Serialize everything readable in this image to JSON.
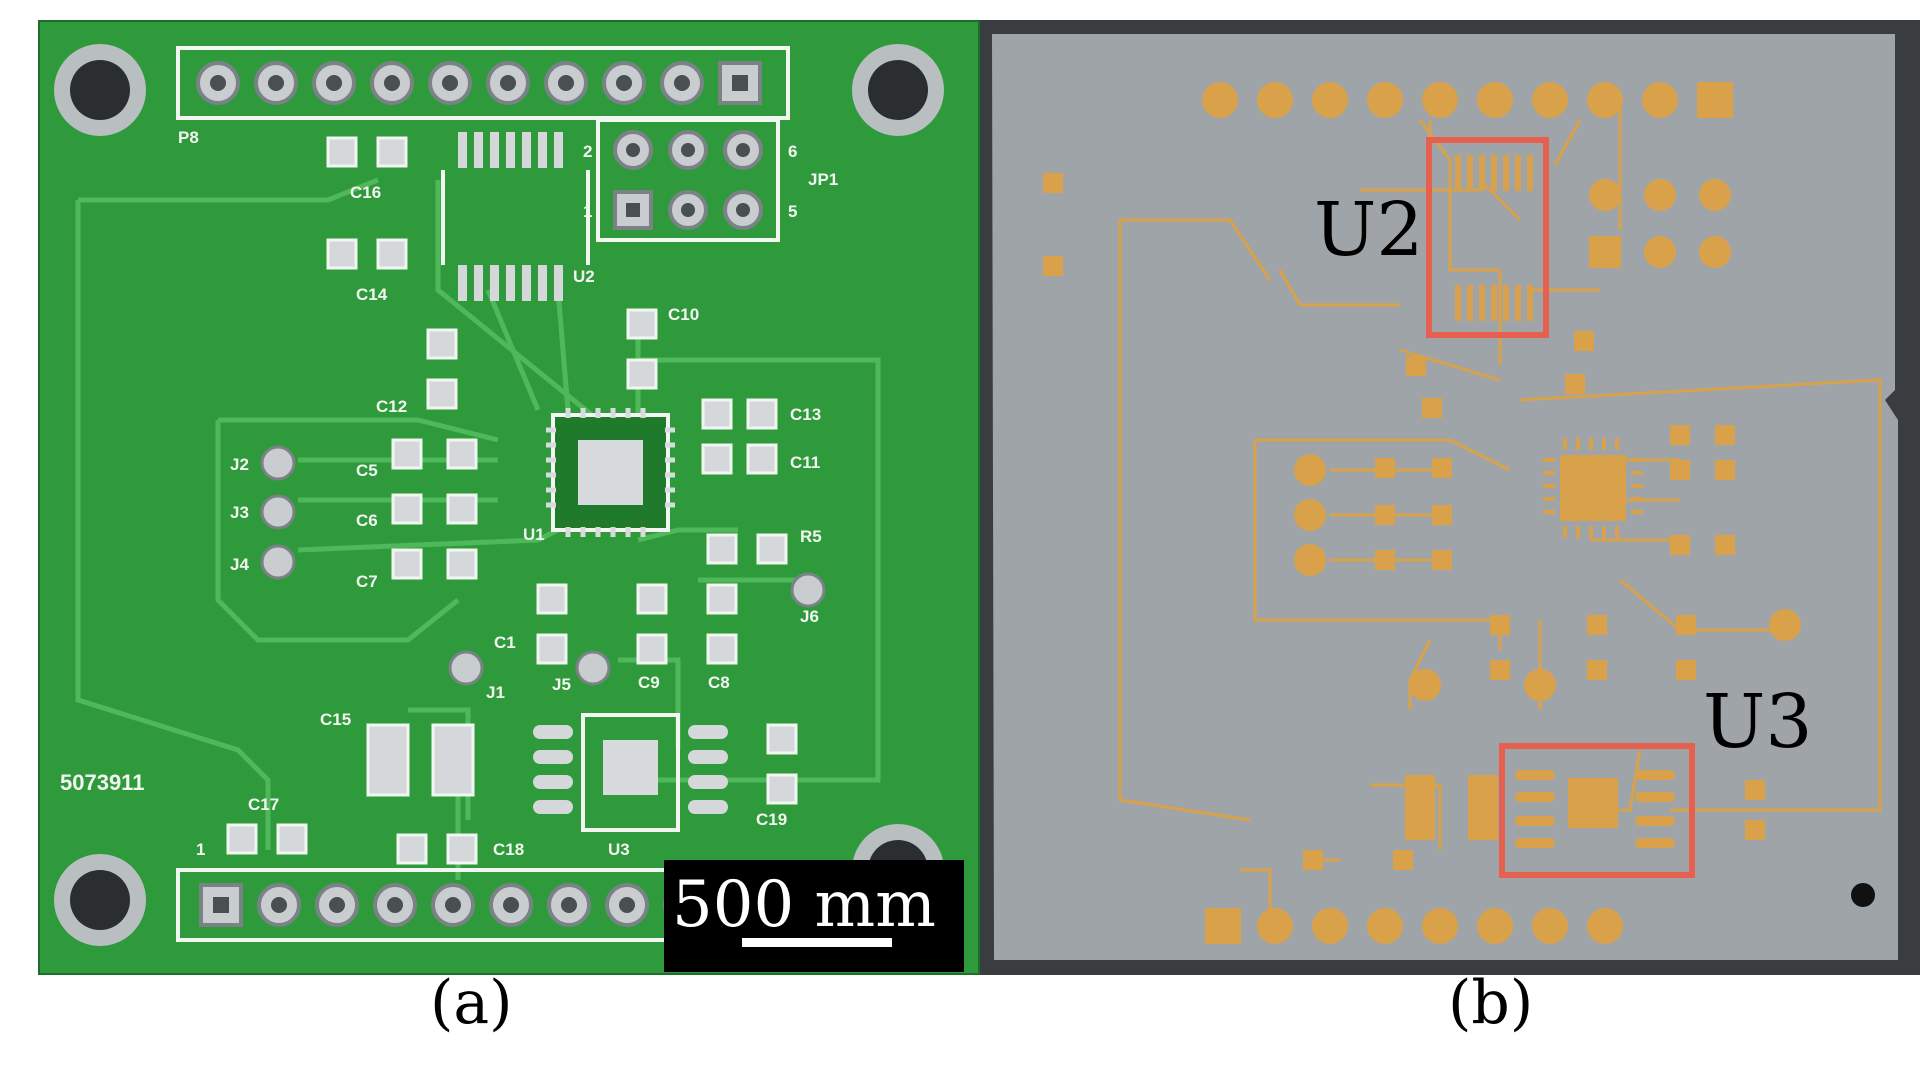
{
  "panel_a": {
    "caption": "(a)",
    "scale_bar": "500 mm",
    "serial": "5073911",
    "silk_labels": [
      {
        "id": "p8",
        "text": "P8"
      },
      {
        "id": "jp1",
        "text": "JP1"
      },
      {
        "id": "c16",
        "text": "C16"
      },
      {
        "id": "c14",
        "text": "C14"
      },
      {
        "id": "u2",
        "text": "U2"
      },
      {
        "id": "c10",
        "text": "C10"
      },
      {
        "id": "c12",
        "text": "C12"
      },
      {
        "id": "c13",
        "text": "C13"
      },
      {
        "id": "c11",
        "text": "C11"
      },
      {
        "id": "j2",
        "text": "J2"
      },
      {
        "id": "c5",
        "text": "C5"
      },
      {
        "id": "j3",
        "text": "J3"
      },
      {
        "id": "c6",
        "text": "C6"
      },
      {
        "id": "j4",
        "text": "J4"
      },
      {
        "id": "c7",
        "text": "C7"
      },
      {
        "id": "u1",
        "text": "U1"
      },
      {
        "id": "r5",
        "text": "R5"
      },
      {
        "id": "j6",
        "text": "J6"
      },
      {
        "id": "c1",
        "text": "C1"
      },
      {
        "id": "j1",
        "text": "J1"
      },
      {
        "id": "j5",
        "text": "J5"
      },
      {
        "id": "c9",
        "text": "C9"
      },
      {
        "id": "c8",
        "text": "C8"
      },
      {
        "id": "c15",
        "text": "C15"
      },
      {
        "id": "c19",
        "text": "C19"
      },
      {
        "id": "c17",
        "text": "C17"
      },
      {
        "id": "c18",
        "text": "C18"
      },
      {
        "id": "u3",
        "text": "U3"
      },
      {
        "id": "pin1",
        "text": "1"
      },
      {
        "id": "jp_pin2",
        "text": "2"
      },
      {
        "id": "jp_pin6",
        "text": "6"
      },
      {
        "id": "jp_pin1",
        "text": "1"
      },
      {
        "id": "jp_pin5",
        "text": "5"
      }
    ]
  },
  "panel_b": {
    "caption": "(b)",
    "label_u2": "U2",
    "label_u3": "U3"
  },
  "colors": {
    "pcb_green": "#2f9a3c",
    "silkscreen": "#f2f6f0",
    "ceramic_gray": "#9ea4a7",
    "gold": "#d9a24a",
    "highlight_box": "#e5604f"
  }
}
